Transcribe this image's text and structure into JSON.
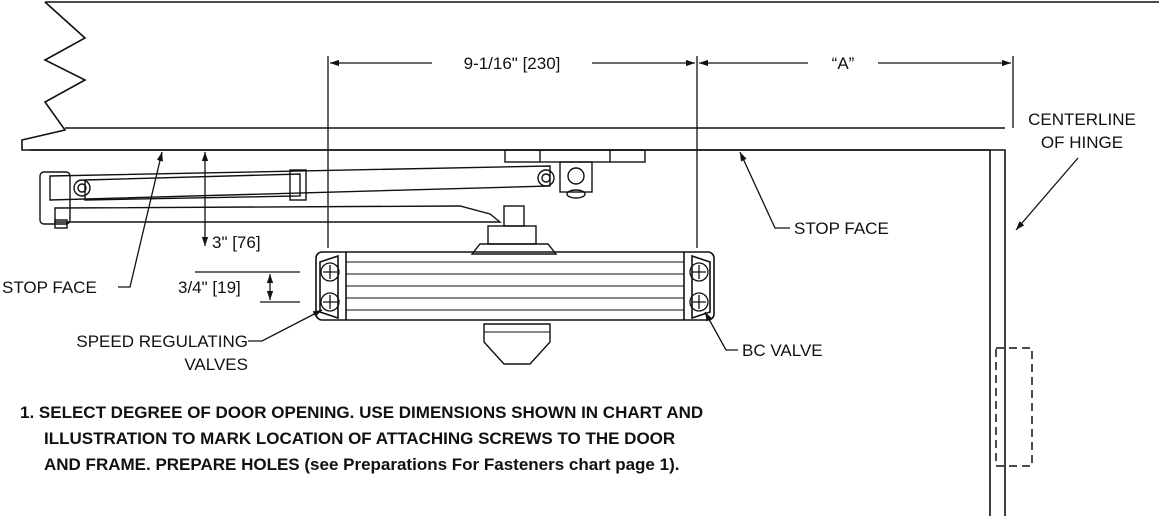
{
  "labels": {
    "dim_main": "9-1/16\" [230]",
    "dim_a": "“A”",
    "centerline_line1": "CENTERLINE",
    "centerline_line2": "OF HINGE",
    "stop_face_right": "STOP FACE",
    "stop_face_left": "STOP FACE",
    "dim_3in": "3\" [76]",
    "dim_34in": "3/4\" [19]",
    "speed_line1": "SPEED REGULATING",
    "speed_line2": "VALVES",
    "bc_valve": "BC VALVE"
  },
  "instructions": {
    "line1": "1. SELECT DEGREE OF DOOR OPENING.  USE DIMENSIONS SHOWN IN CHART AND",
    "line2": "ILLUSTRATION TO MARK LOCATION OF ATTACHING SCREWS TO THE DOOR",
    "line3": "AND FRAME.  PREPARE HOLES (see Preparations For Fasteners chart page 1)."
  },
  "colors": {
    "ink": "#111111",
    "background": "#ffffff"
  }
}
